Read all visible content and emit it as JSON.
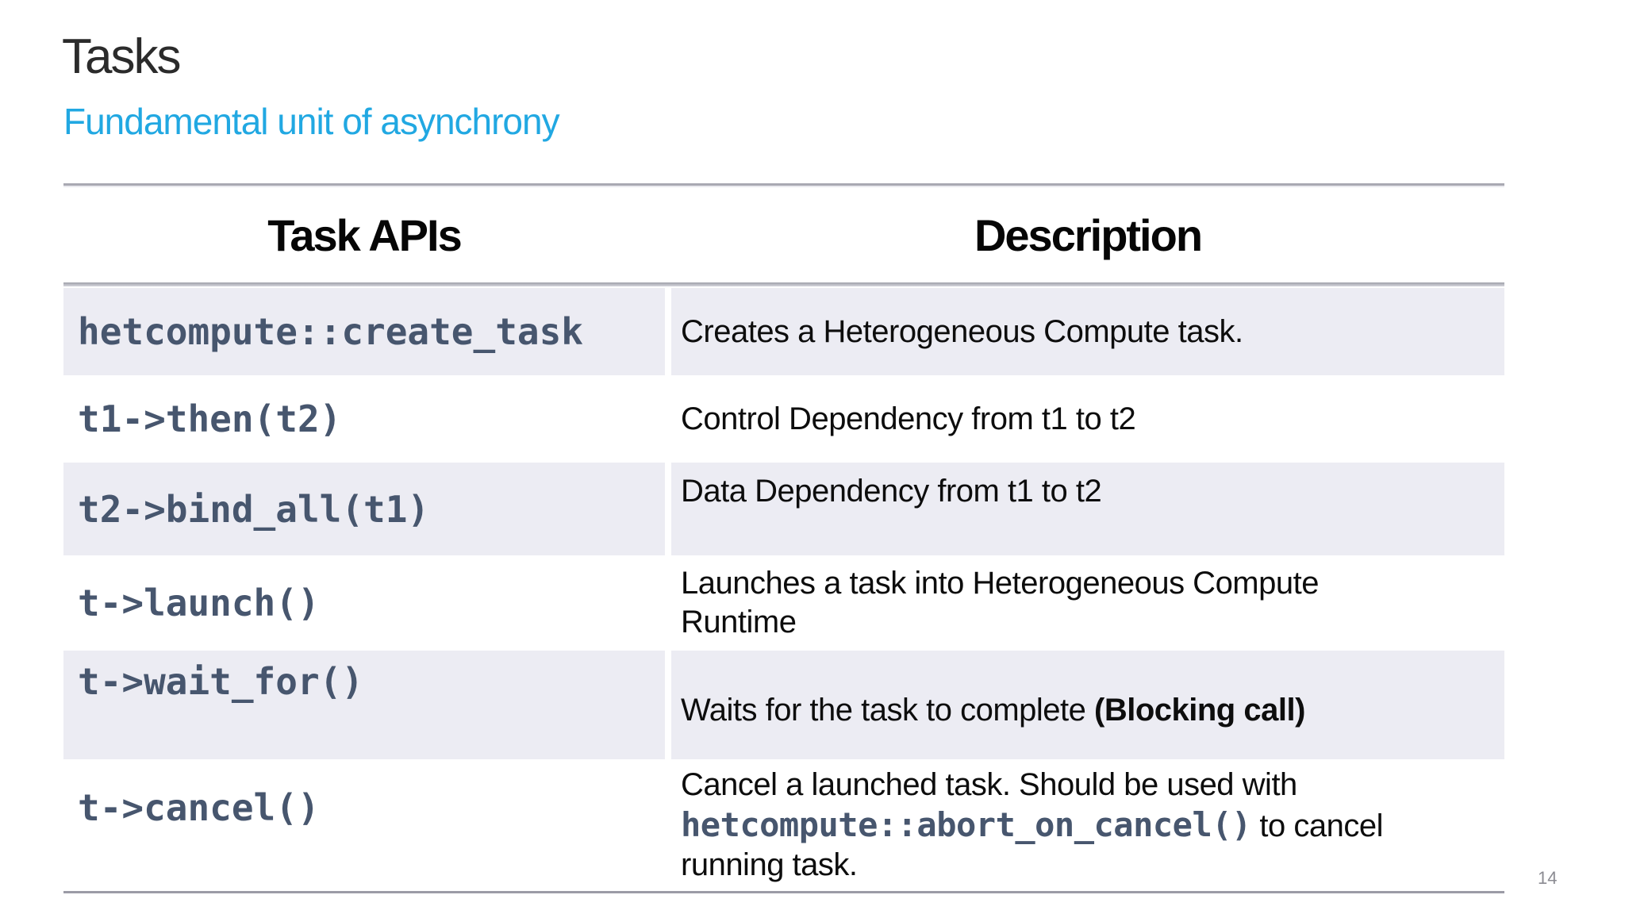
{
  "page": {
    "title": "Tasks",
    "subtitle": "Fundamental unit of asynchrony",
    "page_number": "14"
  },
  "table": {
    "headers": {
      "api": "Task APIs",
      "description": "Description"
    },
    "rows": [
      {
        "api": "hetcompute::create_task",
        "desc": "Creates a Heterogeneous Compute task."
      },
      {
        "api": "t1->then(t2)",
        "desc": "Control Dependency from t1 to t2"
      },
      {
        "api": "t2->bind_all(t1)",
        "desc": "Data Dependency from t1 to t2"
      },
      {
        "api": "t->launch()",
        "desc": "Launches a task into Heterogeneous Compute Runtime"
      },
      {
        "api": "t->wait_for()",
        "desc_normal": "Waits for the task to complete ",
        "desc_bold": "(Blocking call)"
      },
      {
        "api": "t->cancel()",
        "desc_pre": "Cancel a launched task. Should be used with ",
        "desc_code": "hetcompute::abort_on_cancel()",
        "desc_post": " to cancel running task."
      }
    ]
  },
  "colors": {
    "accent-cyan": "#21A8E2",
    "code-blue": "#47566E",
    "row-shade": "#ECECF3",
    "rule-gray": "#A9A9B2",
    "text-dark": "#0D0D0D",
    "page-number-gray": "#8B8B92"
  }
}
